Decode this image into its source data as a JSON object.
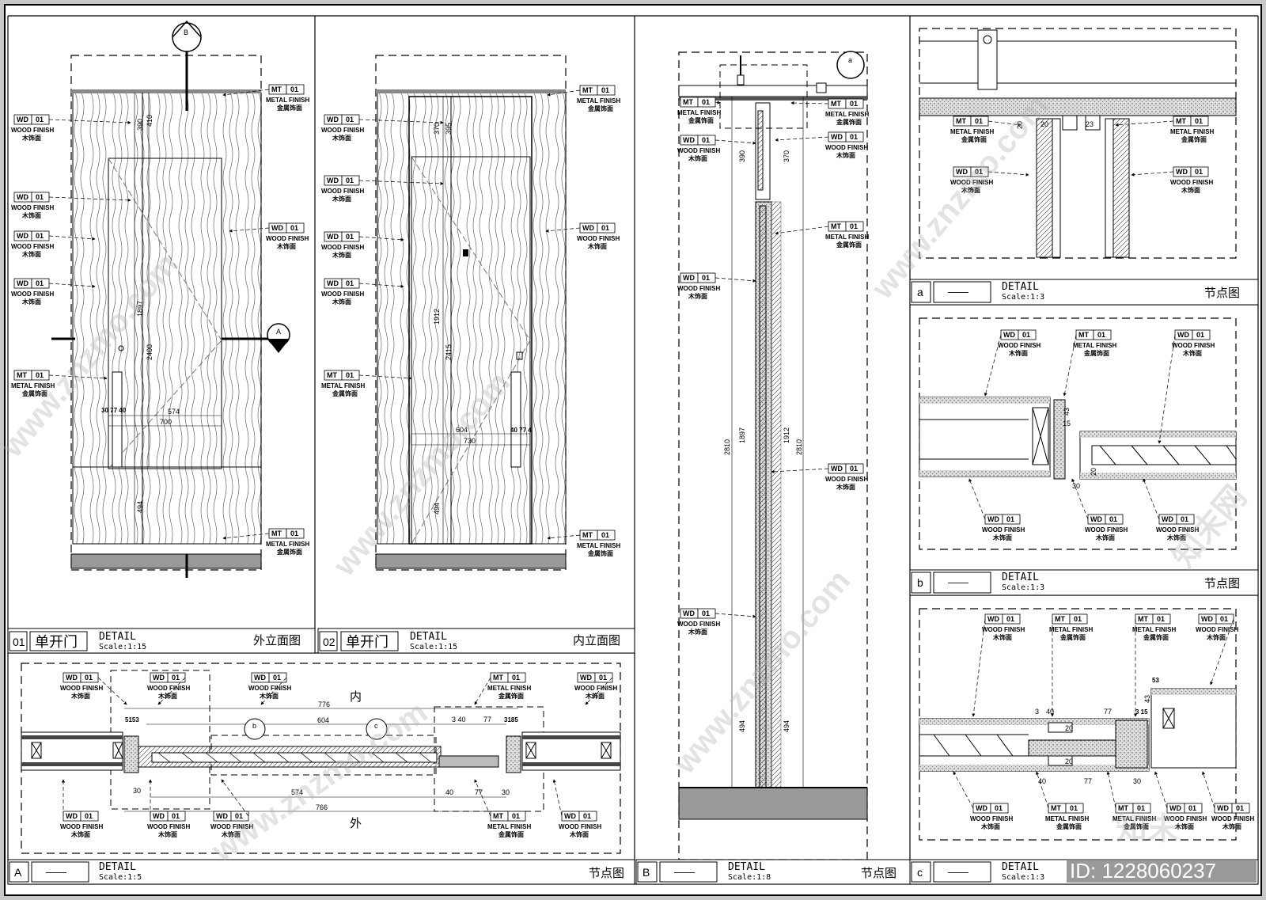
{
  "panels": {
    "p01": {
      "num": "01",
      "name": "单开门",
      "detail": "DETAIL",
      "scale": "Scale:1:15",
      "view": "外立面图"
    },
    "p02": {
      "num": "02",
      "name": "单开门",
      "detail": "DETAIL",
      "scale": "Scale:1:15",
      "view": "内立面图"
    },
    "pA": {
      "num": "A",
      "name": "——",
      "detail": "DETAIL",
      "scale": "Scale:1:5",
      "view": "节点图"
    },
    "pB": {
      "num": "B",
      "name": "——",
      "detail": "DETAIL",
      "scale": "Scale:1:8",
      "view": "节点图"
    },
    "pa": {
      "num": "a",
      "name": "——",
      "detail": "DETAIL",
      "scale": "Scale:1:3",
      "view": "节点图"
    },
    "pb": {
      "num": "b",
      "name": "——",
      "detail": "DETAIL",
      "scale": "Scale:1:3",
      "view": "节点图"
    },
    "pc": {
      "num": "c",
      "name": "——",
      "detail": "DETAIL",
      "scale": "Scale:1:3",
      "view": "节点图"
    }
  },
  "tags": {
    "wd": {
      "code": "WD",
      "num": "01",
      "en": "WOOD FINISH",
      "cn": "木饰面"
    },
    "mt": {
      "code": "MT",
      "num": "01",
      "en": "METAL FINISH",
      "cn": "金属饰面"
    }
  },
  "section_marks": {
    "B": "B",
    "A": "A",
    "a": "a",
    "b": "b",
    "c": "c"
  },
  "labels": {
    "inner": "内",
    "outer": "外"
  },
  "dims": {
    "p01": {
      "d390": "390",
      "d410": "410",
      "d1897": "1897",
      "d2400": "2400",
      "d494": "494",
      "d574": "574",
      "d700": "700",
      "small": "30 77 40"
    },
    "p02": {
      "d370": "370",
      "d395": "395",
      "d1912": "1912",
      "d2415": "2415",
      "d494": "494",
      "d604": "604",
      "d730": "730",
      "small": "40 77 4"
    },
    "pA": {
      "d776": "776",
      "d604": "604",
      "d574": "574",
      "d766": "766",
      "d40": "40",
      "d77": "77",
      "d30": "30",
      "sl": "5153",
      "sr": "3185",
      "s340": "3 40",
      "s77": "77"
    },
    "pB": {
      "d390": "390",
      "d370": "370",
      "d2810": "2810",
      "d1897": "1897",
      "d1912": "1912",
      "d494": "494"
    },
    "pa": {
      "d20a": "20",
      "d20b": "20",
      "d23": "23"
    },
    "pb": {
      "d43": "43",
      "d15": "15",
      "d30": "30",
      "d20": "20"
    },
    "pc": {
      "d40": "40",
      "d77": "77",
      "d3": "3",
      "d15": "3 15",
      "d20": "20",
      "d53": "53",
      "d43": "43",
      "d30": "30",
      "b40": "40",
      "b77": "77",
      "b30": "30"
    }
  },
  "watermark": {
    "site": "www.znzmo.com",
    "brand": "知末网",
    "logo": "知末",
    "id": "ID: 1228060237"
  }
}
